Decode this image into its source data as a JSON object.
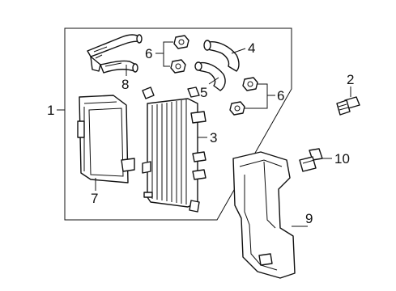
{
  "callouts": {
    "c1": "1",
    "c2": "2",
    "c3": "3",
    "c4": "4",
    "c5": "5",
    "c6a": "6",
    "c6b": "6",
    "c7": "7",
    "c8": "8",
    "c9": "9",
    "c10": "10"
  },
  "colors": {
    "line": "#111111",
    "background": "#ffffff"
  }
}
